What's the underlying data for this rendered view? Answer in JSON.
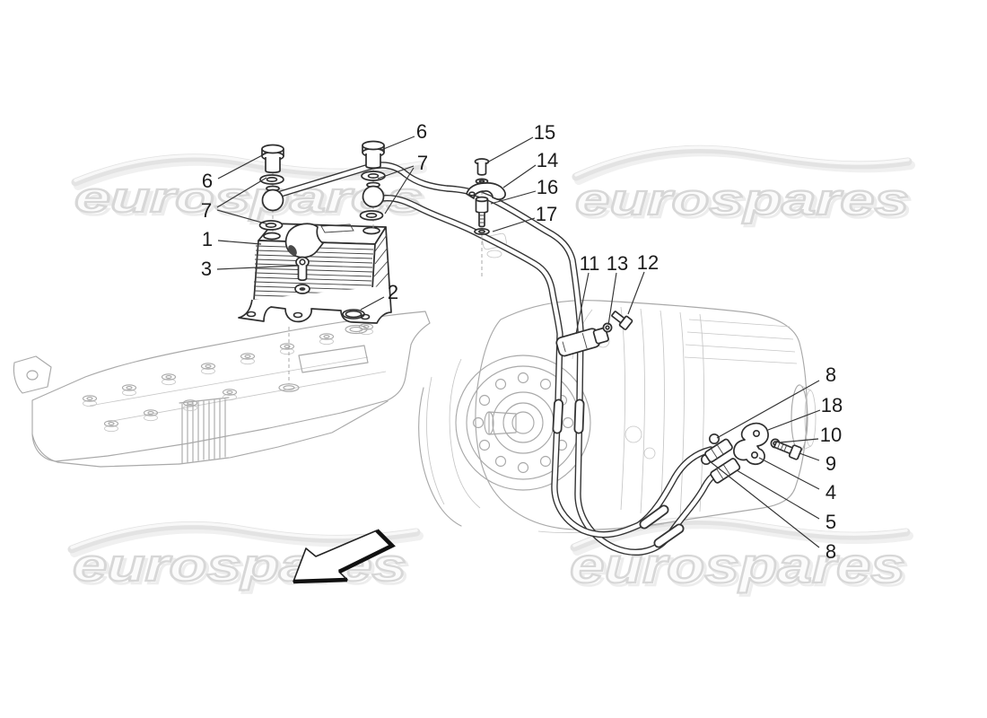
{
  "brand": {
    "watermark": "eurospares"
  },
  "callouts": {
    "labels": [
      "6",
      "7",
      "6",
      "7",
      "1",
      "3",
      "2",
      "15",
      "14",
      "16",
      "17",
      "11",
      "13",
      "12",
      "8",
      "18",
      "10",
      "9",
      "4",
      "5",
      "8"
    ]
  },
  "colors": {
    "background": "#ffffff",
    "foreground_line": "#2f2f2f",
    "background_line": "#a9a9a9",
    "watermark_stroke": "#d7d7d7",
    "callout_text": "#1b1b1b"
  }
}
